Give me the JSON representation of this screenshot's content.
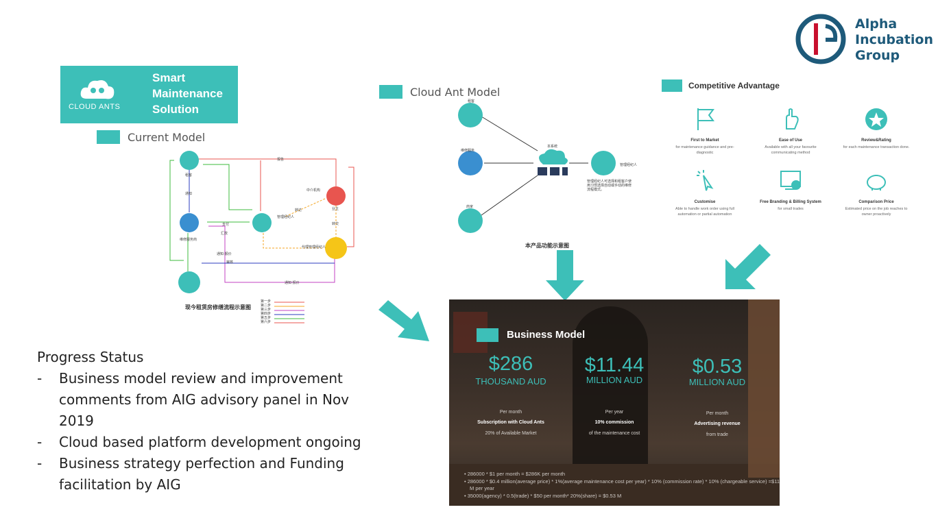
{
  "logo": {
    "line1": "Alpha",
    "line2": "Incubation",
    "line3": "Group"
  },
  "banner": {
    "brand": "CLOUD ANTS",
    "line1": "Smart",
    "line2": "Maintenance",
    "line3": "Solution"
  },
  "current_model": {
    "title": "Current Model",
    "caption": "现今租赁房修缮流程示意图",
    "labels": [
      "租客",
      "业主",
      "维修服务商",
      "管理经纪人",
      "代理管理经纪人",
      "中介机构",
      "报告",
      "通知",
      "支付",
      "汇款",
      "转达",
      "转交",
      "通知·报价",
      "审核",
      "通知·报价"
    ],
    "legend": [
      "第一步",
      "第二步",
      "第三步",
      "第四步",
      "第五步",
      "第六步"
    ]
  },
  "cloud_model": {
    "title": "Cloud Ant Model",
    "caption": "本产品功能示意图",
    "labels": [
      "租客",
      "维修服务",
      "商家",
      "本系统",
      "管理经纪人"
    ],
    "note": "管理经纪人可选择和租客户使用习惯选择自动或手动的维修流程模式。"
  },
  "competitive": {
    "title": "Competitive Advantage",
    "items": [
      {
        "icon": "flag-icon",
        "title": "First to Market",
        "desc": "for maintenance guidance and pre-diagnostic"
      },
      {
        "icon": "hand-icon",
        "title": "Ease of Use",
        "desc": "Available with all your favourite communicating method"
      },
      {
        "icon": "star-badge-icon",
        "title": "Review&Rating",
        "desc": "for each maintenance transaction done."
      },
      {
        "icon": "cursor-click-icon",
        "title": "Customise",
        "desc": "Able to handle work order using full automation or partial automation"
      },
      {
        "icon": "billing-screen-icon",
        "title": "Free Branding & Billing System",
        "desc": "for small trades"
      },
      {
        "icon": "piggy-bank-icon",
        "title": "Comparison Price",
        "desc": "Estimated price on the job reaches to owner proactively"
      }
    ]
  },
  "business_model": {
    "title": "Business Model",
    "metrics": [
      {
        "value": "$286",
        "unit": "THOUSAND AUD",
        "period": "Per month",
        "name": "Subscription with Cloud Ants",
        "detail": "20% of Available Market"
      },
      {
        "value": "$11.44",
        "unit": "MILLION AUD",
        "period": "Per year",
        "name": "10% commission",
        "detail": "of the maintenance cost"
      },
      {
        "value": "$0.53",
        "unit": "MILLION AUD",
        "period": "Per month",
        "name": "Advertising revenue",
        "detail": "from trade"
      }
    ],
    "notes": [
      "• 286000 * $1 per month = $286K per month",
      "• 286000 * $0.4 million(average price) * 1%(average maintenance cost per year) * 10% (commission rate) * 10% (chargeable service) =$11.44",
      "M per year",
      "• 35000(agency) * 0.5(trade) * $50 per month* 20%(share) = $0.53 M"
    ]
  },
  "progress": {
    "title": "Progress Status",
    "items": [
      "Business model review and improvement comments from AIG advisory panel in Nov 2019",
      "Cloud based platform development ongoing",
      "Business strategy perfection and Funding facilitation by AIG"
    ]
  },
  "colors": {
    "teal": "#3dbfb8",
    "navy": "#1e5a7a",
    "red": "#c8102e"
  }
}
